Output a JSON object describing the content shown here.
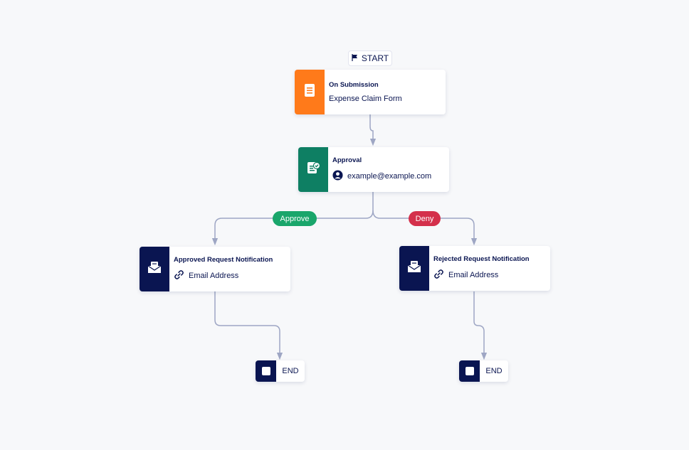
{
  "start": {
    "label": "START",
    "icon": "flag-icon"
  },
  "nodes": {
    "submission": {
      "title": "On Submission",
      "detail": "Expense Claim Form",
      "icon": "document-icon",
      "color": "#ff7a1a"
    },
    "approval": {
      "title": "Approval",
      "detail": "example@example.com",
      "icon": "approval-clipboard-icon",
      "detail_icon": "user-avatar-icon",
      "color": "#0e7f63"
    },
    "approved_notification": {
      "title": "Approved Request Notification",
      "detail": "Email Address",
      "icon": "envelope-icon",
      "detail_icon": "link-icon",
      "color": "#0a1551"
    },
    "rejected_notification": {
      "title": "Rejected Request Notification",
      "detail": "Email Address",
      "icon": "envelope-icon",
      "detail_icon": "link-icon",
      "color": "#0a1551"
    }
  },
  "branches": {
    "approve": {
      "label": "Approve",
      "color": "#1aa66b"
    },
    "deny": {
      "label": "Deny",
      "color": "#d4304b"
    }
  },
  "end": {
    "label": "END",
    "icon": "stop-square-icon"
  },
  "colors": {
    "connector": "#9ea6c4",
    "background": "#f7f8fa",
    "navy": "#0a1551"
  }
}
